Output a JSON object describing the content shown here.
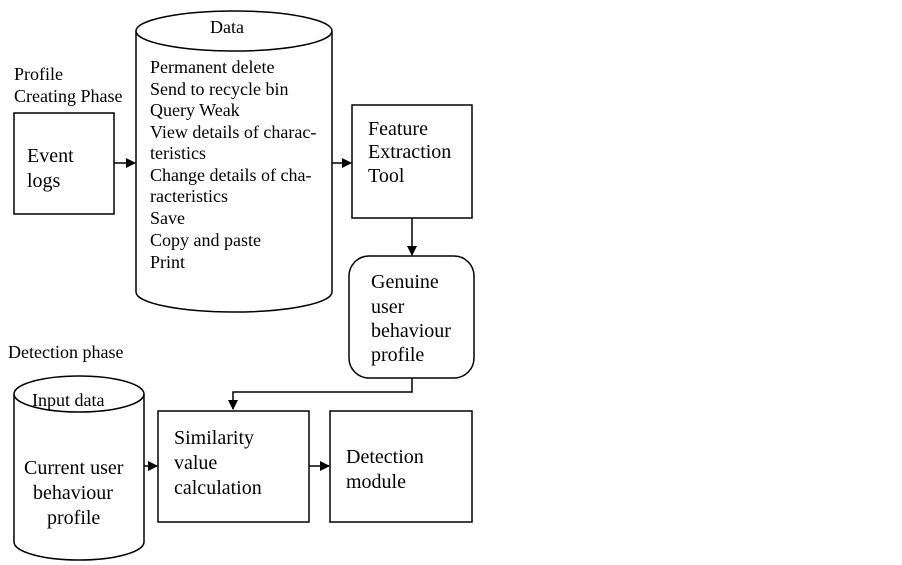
{
  "labels": {
    "profile_phase": [
      "Profile",
      "Creating Phase"
    ],
    "detection_phase": "Detection phase"
  },
  "nodes": {
    "event_logs": {
      "lines": [
        "Event",
        "logs"
      ]
    },
    "data_store": {
      "title": "Data",
      "items": [
        "Permanent delete",
        "Send to recycle bin",
        "Query Weak",
        "View details of charac-",
        "teristics",
        "Change details of cha-",
        "racteristics",
        "Save",
        "Copy and paste",
        "Print"
      ]
    },
    "feature_tool": {
      "lines": [
        "Feature",
        "Extraction",
        "Tool"
      ]
    },
    "genuine_profile": {
      "lines": [
        "Genuine",
        "user",
        "behaviour",
        "profile"
      ]
    },
    "input_data": {
      "title": "Input data",
      "lines": [
        "Current user",
        "behaviour",
        "profile"
      ]
    },
    "similarity": {
      "lines": [
        "Similarity",
        "value",
        "calculation"
      ]
    },
    "detection_module": {
      "lines": [
        "Detection",
        "module"
      ]
    }
  },
  "colors": {
    "stroke": "#000000",
    "background": "#ffffff"
  }
}
